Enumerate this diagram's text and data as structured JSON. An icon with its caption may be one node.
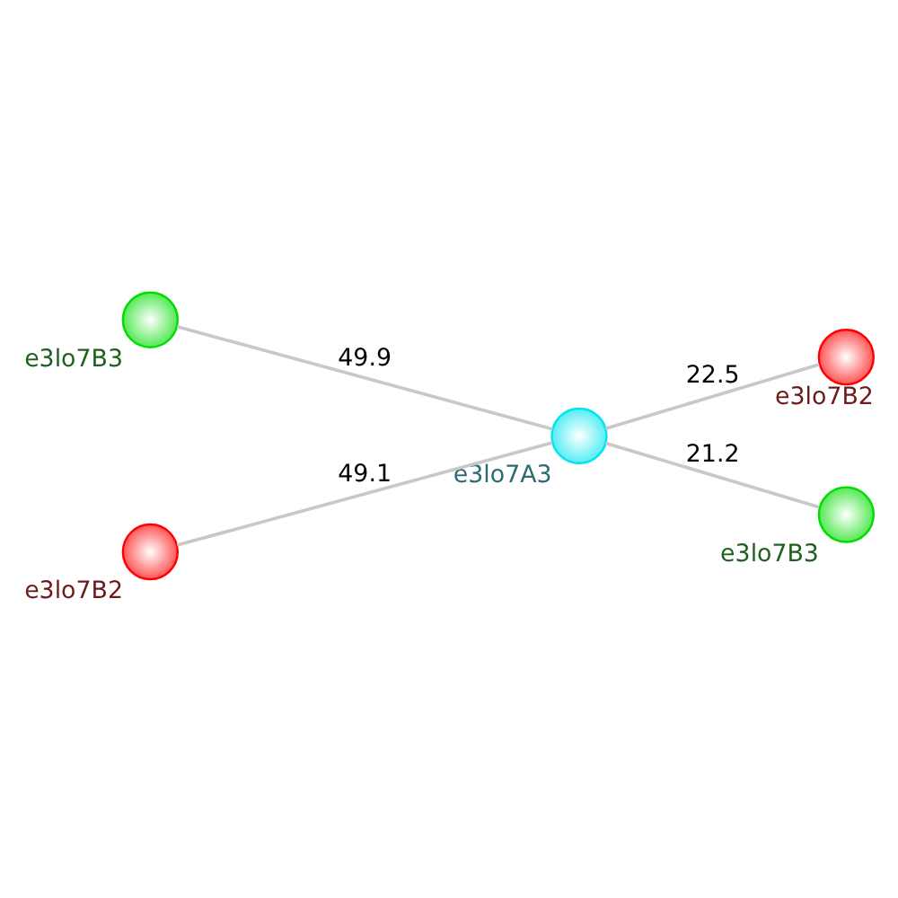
{
  "diagram": {
    "nodes": [
      {
        "text": [],
        "shape": "circle",
        "beside": [
          "e3lo7B2"
        ]
      },
      {
        "text": [],
        "shape": "circle",
        "beside": [
          "e3lo7B3"
        ]
      },
      {
        "text": [],
        "shape": "circle",
        "beside": [
          "e3lo7A3"
        ]
      },
      {
        "text": [],
        "shape": "circle",
        "beside": [
          "e3lo7B2"
        ]
      },
      {
        "text": [],
        "shape": "circle",
        "beside": [
          "e3lo7B3"
        ]
      }
    ],
    "edges": [
      {
        "from": 2,
        "to": 0,
        "arrow": "none",
        "label": "22.5"
      },
      {
        "from": 1,
        "to": 2,
        "arrow": "none",
        "label": "49.9"
      },
      {
        "from": 3,
        "to": 2,
        "arrow": "none",
        "label": "49.1"
      },
      {
        "from": 2,
        "to": 4,
        "arrow": "none",
        "label": "21.2"
      }
    ]
  }
}
